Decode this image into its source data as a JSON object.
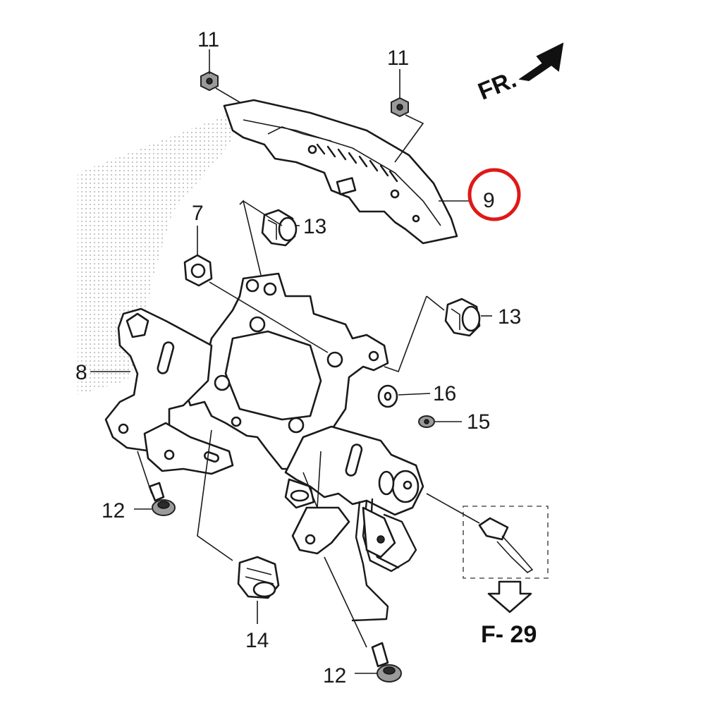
{
  "callouts": {
    "c7": "7",
    "c8": "8",
    "c9": "9",
    "c11a": "11",
    "c11b": "11",
    "c12a": "12",
    "c12b": "12",
    "c13a": "13",
    "c13b": "13",
    "c14": "14",
    "c15": "15",
    "c16": "16"
  },
  "front_arrow_label": "FR.",
  "ref_label": "F- 29",
  "colors": {
    "highlight": "#e01818",
    "line": "#1a1a1a"
  },
  "highlighted_callout": "9"
}
